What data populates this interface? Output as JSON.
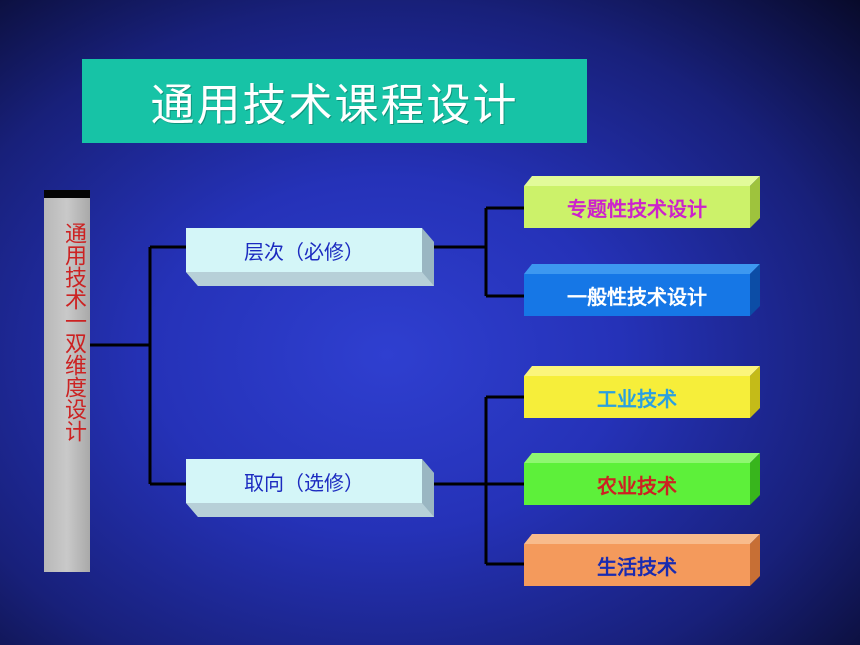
{
  "title": "通用技术课程设计",
  "root": {
    "label": "通用技术一双维度设计"
  },
  "branches": [
    {
      "label": "层次（必修）"
    },
    {
      "label": "取向（选修）"
    }
  ],
  "leaves": [
    {
      "label": "专题性技术设计",
      "face_color": "#ccf26a",
      "top_color": "#e2fb9a",
      "side_color": "#9ec33d",
      "text_color": "#cc22cc"
    },
    {
      "label": "一般性技术设计",
      "face_color": "#1677e6",
      "top_color": "#3d98f0",
      "side_color": "#0c4da6",
      "text_color": "#ffffff"
    },
    {
      "label": "工业技术",
      "face_color": "#f6ee3a",
      "top_color": "#fbf57c",
      "side_color": "#c4bb18",
      "text_color": "#2aa0e0"
    },
    {
      "label": "农业技术",
      "face_color": "#5df03a",
      "top_color": "#8ff771",
      "side_color": "#38b51d",
      "text_color": "#cc2222"
    },
    {
      "label": "生活技术",
      "face_color": "#f49a5c",
      "top_color": "#f8bb8c",
      "side_color": "#c76f35",
      "text_color": "#1a2bb0"
    }
  ],
  "colors": {
    "title_bg": "#17c3a6",
    "branch_face": "#d4f6f8",
    "branch_side": "#9ab6c2",
    "branch_text": "#1c2bc0",
    "connector": "#000000"
  }
}
